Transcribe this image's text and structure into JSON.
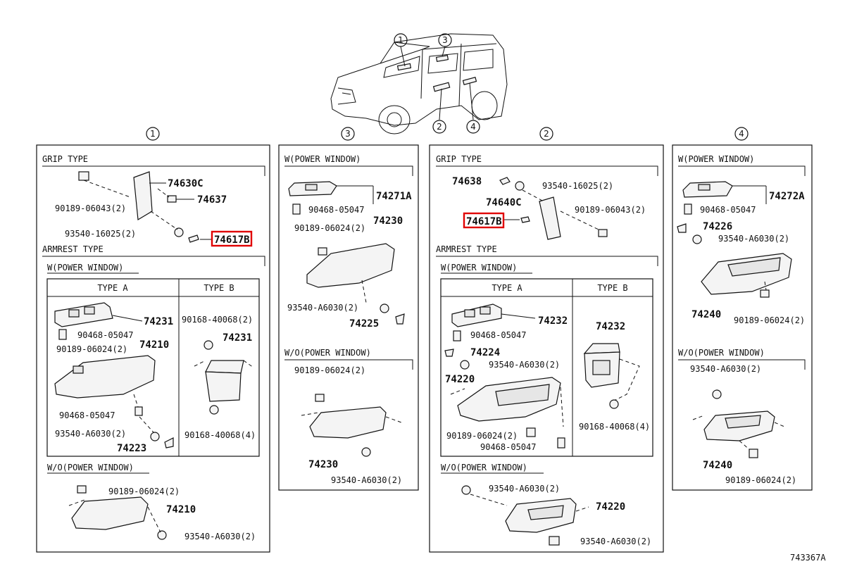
{
  "figure_id": "743367A",
  "car_callouts": [
    "1",
    "3",
    "2",
    "4"
  ],
  "panel1": {
    "callout": "1",
    "grip_type": "GRIP TYPE",
    "grip_labels": [
      "74630C",
      "74637",
      "90189-06043(2)",
      "93540-16025(2)",
      "74617B"
    ],
    "armrest_type": "ARMREST TYPE",
    "w_power": "W(POWER WINDOW)",
    "type_a": "TYPE A",
    "type_b": "TYPE B",
    "a_labels": [
      "74231",
      "90468-05047",
      "90189-06024(2)",
      "74210",
      "90468-05047",
      "93540-A6030(2)",
      "74223"
    ],
    "b_labels": [
      "90168-40068(2)",
      "74231",
      "90168-40068(4)"
    ],
    "wo_power": "W/O(POWER WINDOW)",
    "wo_labels": [
      "90189-06024(2)",
      "74210",
      "93540-A6030(2)"
    ]
  },
  "panel3": {
    "callout": "3",
    "w_power": "W(POWER WINDOW)",
    "w_labels": [
      "74271A",
      "90468-05047",
      "90189-06024(2)",
      "74230",
      "93540-A6030(2)",
      "74225"
    ],
    "wo_power": "W/O(POWER WINDOW)",
    "wo_labels": [
      "90189-06024(2)",
      "74230",
      "93540-A6030(2)"
    ]
  },
  "panel2": {
    "callout": "2",
    "grip_type": "GRIP TYPE",
    "grip_labels": [
      "74638",
      "93540-16025(2)",
      "74640C",
      "90189-06043(2)",
      "74617B"
    ],
    "armrest_type": "ARMREST TYPE",
    "w_power": "W(POWER WINDOW)",
    "type_a": "TYPE A",
    "type_b": "TYPE B",
    "a_labels": [
      "74232",
      "90468-05047",
      "74224",
      "93540-A6030(2)",
      "74220",
      "90189-06024(2)",
      "90468-05047"
    ],
    "b_labels": [
      "74232",
      "90168-40068(4)"
    ],
    "wo_power": "W/O(POWER WINDOW)",
    "wo_labels": [
      "93540-A6030(2)",
      "74220",
      "93540-A6030(2)"
    ]
  },
  "panel4": {
    "callout": "4",
    "w_power": "W(POWER WINDOW)",
    "w_labels": [
      "74272A",
      "90468-05047",
      "74226",
      "93540-A6030(2)",
      "74240",
      "90189-06024(2)"
    ],
    "wo_power": "W/O(POWER WINDOW)",
    "wo_labels": [
      "93540-A6030(2)",
      "74240",
      "90189-06024(2)"
    ]
  },
  "colors": {
    "highlight": "#e00000",
    "ink": "#111111"
  }
}
